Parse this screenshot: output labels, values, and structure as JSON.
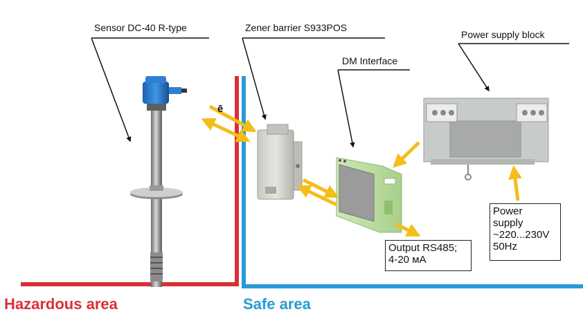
{
  "labels": {
    "sensor": "Sensor DC-40 R-type",
    "zener": "Zener barrier S933POS",
    "dm": "DM Interface",
    "psu": "Power supply block",
    "electron": "ē"
  },
  "output_box": [
    "Output RS485;",
    "4-20 мА"
  ],
  "power_box": [
    "Power",
    "supply",
    "~220...230V",
    "50Hz"
  ],
  "areas": {
    "hazardous": "Hazardous area",
    "safe": "Safe area"
  },
  "colors": {
    "hazard": "#d93035",
    "safe": "#2a9ad6",
    "arrow": "#f4bd1a"
  }
}
